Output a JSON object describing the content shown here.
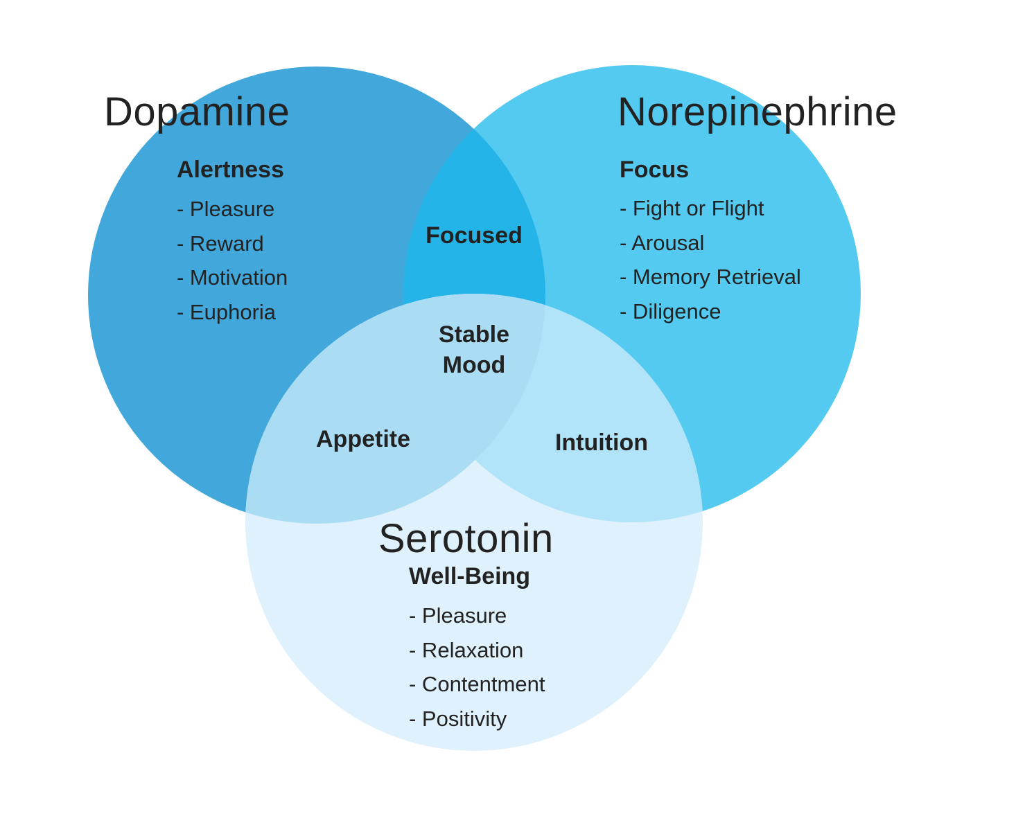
{
  "colors": {
    "dopamine": "#42A8DC",
    "norepinephrine": "#54CAF1",
    "dopamine_norepinephrine": "#25B4E8",
    "serotonin": "#DFF1FC",
    "serotonin_dopamine": "#AADDF4",
    "serotonin_norepinephrine": "#B1E4F8",
    "text": "#222222"
  },
  "sets": {
    "dopamine": {
      "title": "Dopamine",
      "heading": "Alertness",
      "items": [
        "- Pleasure",
        "- Reward",
        "- Motivation",
        "- Euphoria"
      ]
    },
    "norepinephrine": {
      "title": "Norepinephrine",
      "heading": "Focus",
      "items": [
        "- Fight or Flight",
        "- Arousal",
        "- Memory Retrieval",
        "- Diligence"
      ]
    },
    "serotonin": {
      "title": "Serotonin",
      "heading": "Well-Being",
      "items": [
        "- Pleasure",
        "- Relaxation",
        "- Contentment",
        "- Positivity"
      ]
    }
  },
  "overlaps": {
    "dopamine_norepinephrine": "Focused",
    "all_three_line1": "Stable",
    "all_three_line2": "Mood",
    "dopamine_serotonin": "Appetite",
    "norepinephrine_serotonin": "Intuition"
  }
}
